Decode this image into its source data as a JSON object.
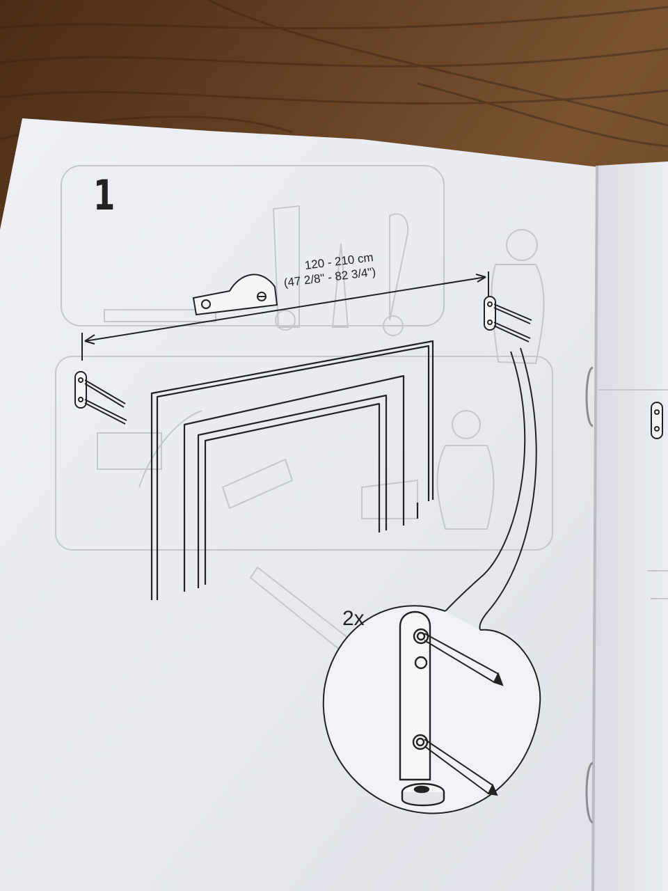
{
  "step": {
    "number": "1"
  },
  "dimension": {
    "metric": "120 - 210 cm",
    "imperial": "(47 2/8\" - 82 3/4\")"
  },
  "detail": {
    "quantity": "2x"
  },
  "colors": {
    "table_wood": "#6b4424",
    "paper": "#f2f3f6",
    "ink": "#222222",
    "faint_show_through": "#c4c7cc"
  }
}
